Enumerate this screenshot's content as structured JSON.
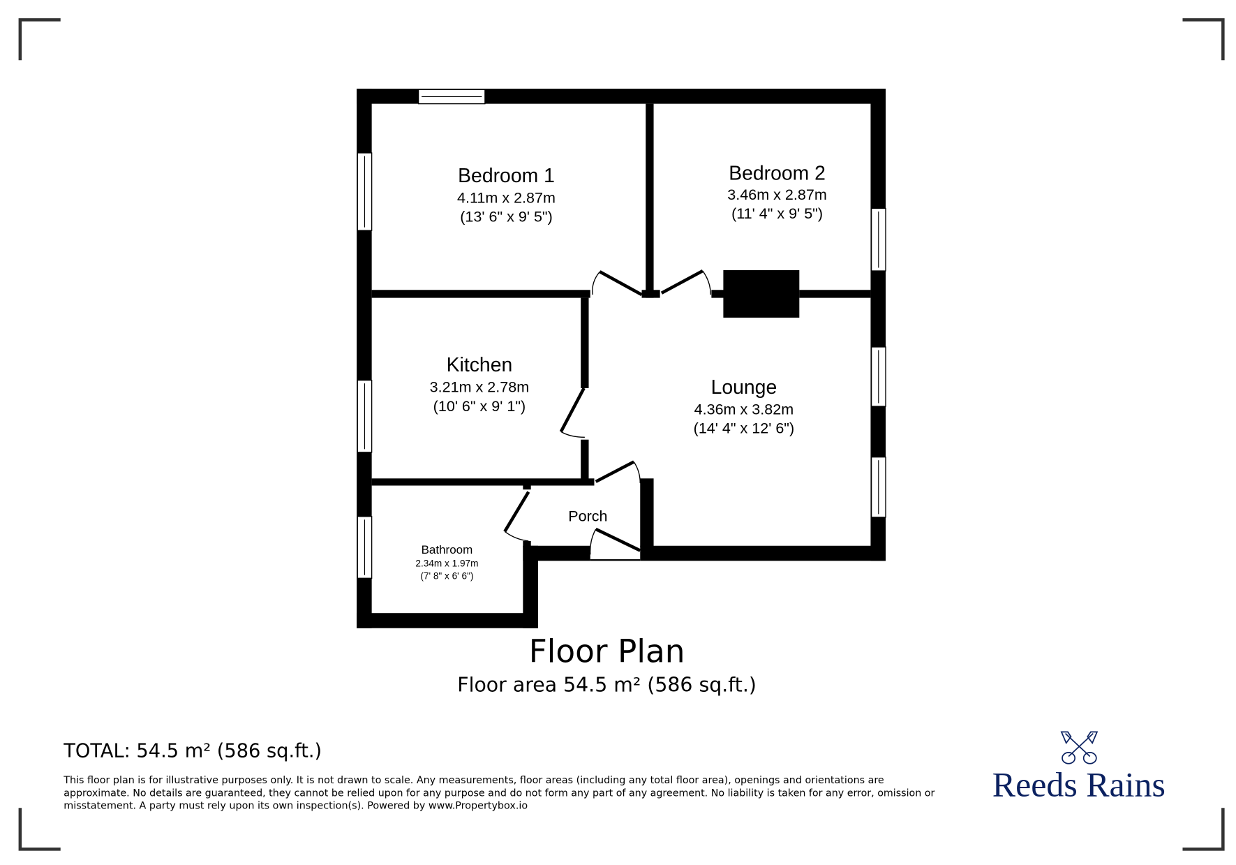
{
  "rooms": [
    {
      "name": "Bedroom 1",
      "metric": "4.11m x 2.87m",
      "imperial": "(13' 6\" x 9' 5\")"
    },
    {
      "name": "Bedroom 2",
      "metric": "3.46m x 2.87m",
      "imperial": "(11' 4\" x 9' 5\")"
    },
    {
      "name": "Kitchen",
      "metric": "3.21m x 2.78m",
      "imperial": "(10' 6\" x 9' 1\")"
    },
    {
      "name": "Lounge",
      "metric": "4.36m x 3.82m",
      "imperial": "(14' 4\" x 12' 6\")"
    },
    {
      "name": "Porch"
    },
    {
      "name": "Bathroom",
      "metric": "2.34m x 1.97m",
      "imperial": "(7' 8\" x 6' 6\")"
    }
  ],
  "plan": {
    "title": "Floor Plan",
    "area": "Floor area 54.5 m² (586 sq.ft.)"
  },
  "total": "TOTAL: 54.5 m² (586 sq.ft.)",
  "disclaimer": [
    "This floor plan is for illustrative purposes only. It is not drawn to scale. Any measurements, floor areas (including any total floor area), openings and orientations are",
    "approximate. No details are guaranteed, they cannot be relied upon for any purpose and do not form any part of any agreement. No liability is taken for any error, omission or",
    "misstatement. A party must rely upon its own inspection(s). Powered by www.Propertybox.io"
  ],
  "logo": {
    "text": "Reeds Rains",
    "icon": "crossed-keys-icon",
    "color": "#0b2160"
  }
}
